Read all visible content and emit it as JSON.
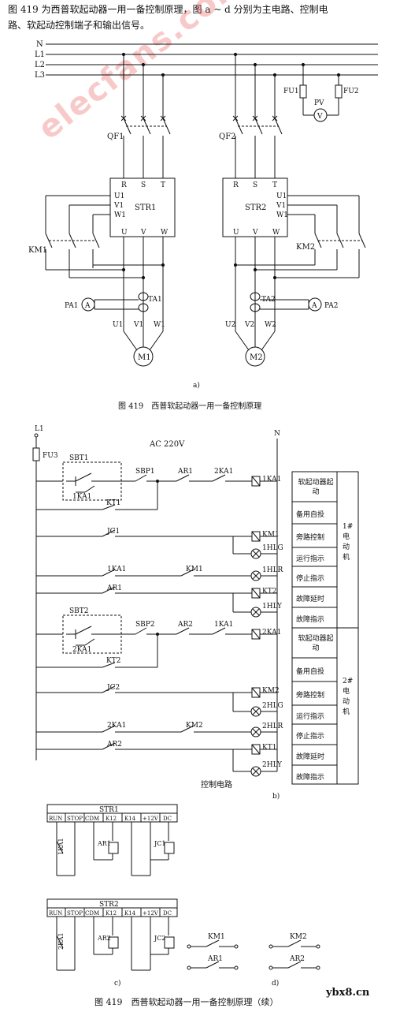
{
  "intro": {
    "line1": "图 419 为西普软起动器一用一备控制原理，图 a ~ d 分别为主电路、控制电",
    "line2": "路、软起动控制端子和输出信号。"
  },
  "watermark": "elecfans.com",
  "diagram_a": {
    "buses": [
      "N",
      "L1",
      "L2",
      "L3"
    ],
    "fuses": [
      "FU1",
      "FU2"
    ],
    "meter": "PV",
    "meter_symbol": "V",
    "breakers": [
      "QF1",
      "QF2"
    ],
    "starter1": {
      "name": "STR1",
      "inputs": [
        "R",
        "S",
        "T"
      ],
      "outputs": [
        "U",
        "V",
        "W"
      ],
      "bypass": [
        "U1",
        "V1",
        "W1"
      ]
    },
    "starter2": {
      "name": "STR2",
      "inputs": [
        "R",
        "S",
        "T"
      ],
      "outputs": [
        "U",
        "V",
        "W"
      ],
      "bypass": [
        "U1",
        "V1",
        "W1"
      ]
    },
    "contactors": [
      "KM1",
      "KM2"
    ],
    "ammeters": [
      "PA1",
      "PA2"
    ],
    "ammeter_symbol": "A",
    "cts": [
      "TA1",
      "TA2"
    ],
    "motor1_terms": [
      "U1",
      "V1",
      "W1"
    ],
    "motor2_terms": [
      "U2",
      "V2",
      "W2"
    ],
    "motors": [
      "M1",
      "M2"
    ],
    "label": "a)",
    "caption": "图 419　西普软起动器一用一备控制原理"
  },
  "diagram_b": {
    "supply_l": "L1",
    "supply_n": "N",
    "fuse": "FU3",
    "voltage": "AC  220V",
    "contacts": {
      "sbt1": "SBT1",
      "ka1_hold": "1KA1",
      "sbp1": "SBP1",
      "ar1_nc": "AR1",
      "ka2_il": "2KA1",
      "kt1": "KT1",
      "jc1": "JC1",
      "ka1_no": "1KA1",
      "km1_no": "KM1",
      "ar1_no": "AR1",
      "sbt2": "SBT2",
      "ka2_hold": "2KA1",
      "sbp2": "SBP2",
      "ar2_nc": "AR2",
      "ka1_il": "1KA1",
      "kt2": "KT2",
      "jc2": "JC2",
      "ka2_no": "2KA1",
      "km2_no": "KM2",
      "ar2_no": "AR2"
    },
    "coils": [
      "1KA1",
      "KM1",
      "1HLG",
      "1HLR",
      "KT2",
      "1HLY",
      "2KA1",
      "KM2",
      "2HLG",
      "2HLR",
      "KT1",
      "2HLY"
    ],
    "functions": [
      "软起动器起动",
      "备用自投",
      "旁路控制",
      "运行指示",
      "停止指示",
      "故障延时",
      "故障指示",
      "软起动器起动",
      "备用自投",
      "旁路控制",
      "运行指示",
      "停止指示",
      "故障延时",
      "故障指示"
    ],
    "group1": "1#电动机",
    "group2": "2#电动机",
    "subtitle": "控制电路",
    "label": "b)"
  },
  "diagram_c": {
    "str1": "STR1",
    "str2": "STR2",
    "terminals": [
      "RUN",
      "STOP",
      "CDM",
      "K12",
      "K14",
      "+12V",
      "DC"
    ],
    "row1": {
      "ka": "1KA1",
      "ar": "AR1",
      "jc": "JC1"
    },
    "row2": {
      "ka": "2KA1",
      "ar": "AR2",
      "jc": "JC2"
    },
    "label": "c)"
  },
  "diagram_d": {
    "contacts": [
      "KM1",
      "KM2",
      "AR1",
      "AR2"
    ],
    "label": "d)"
  },
  "footer": {
    "caption": "图 419　西普软起动器一用一备控制原理（续）",
    "site": "ybx8.cn"
  }
}
